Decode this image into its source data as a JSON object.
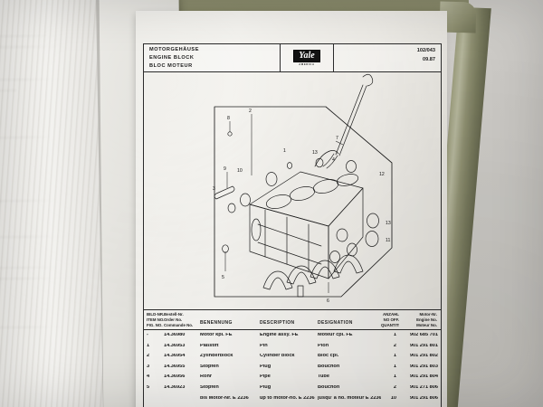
{
  "document": {
    "header": {
      "title_de": "MOTORGEHÄUSE",
      "title_en": "ENGINE BLOCK",
      "title_fr": "BLOC MOTEUR",
      "logo_text": "Yale",
      "logo_subtext": "AMERICA",
      "plate_number": "102/043",
      "date_code": "09.87"
    },
    "plate": {
      "caption": "engine-block-exploded-view",
      "callouts": [
        "1",
        "2",
        "3",
        "4",
        "5",
        "6",
        "7",
        "8",
        "9",
        "10",
        "11",
        "12",
        "13"
      ]
    },
    "table": {
      "headers": {
        "item": [
          "BILD-NR.",
          "ITEM NO.",
          "FIG. NO."
        ],
        "order": [
          "Bestell-Nr.",
          "Order No.",
          "Commande No."
        ],
        "benennung": "BENENNUNG",
        "description": "DESCRIPTION",
        "designation": "DESIGNATION",
        "qty": [
          "ANZAHL",
          "NO OFF.",
          "QUANTITÉ"
        ],
        "part": [
          "Motor-Nr.",
          "Engine No.",
          "Moteur No."
        ]
      },
      "rows": [
        {
          "item": "-",
          "order": "14.36980",
          "benennung": "Motor kpl.  FE",
          "description": "Engine assy.  FE",
          "designation": "Moteur cpl.  FE",
          "qty": "1",
          "part": "902 685 701"
        },
        {
          "item": "1",
          "order": "14.36953",
          "benennung": "Paßstift",
          "description": "Pin",
          "designation": "Pion",
          "qty": "2",
          "part": "901 291 801"
        },
        {
          "item": "2",
          "order": "14.36954",
          "benennung": "Zylinderblock",
          "description": "Cylinder block",
          "designation": "Bloc cpl.",
          "qty": "1",
          "part": "901 291 802"
        },
        {
          "item": "3",
          "order": "14.36955",
          "benennung": "Stopfen",
          "description": "Plug",
          "designation": "Bouchon",
          "qty": "1",
          "part": "901 291 803"
        },
        {
          "item": "4",
          "order": "14.36956",
          "benennung": "Rohr",
          "description": "Pipe",
          "designation": "Tube",
          "qty": "1",
          "part": "901 291 804"
        },
        {
          "item": "5",
          "order": "14.36923",
          "benennung": "Stopfen",
          "description": "Plug",
          "designation": "Bouchon",
          "qty": "2",
          "part": "901 271 806"
        }
      ],
      "subnote": {
        "benennung": "bis Motor-Nr. E 2236",
        "description": "up to motor-no. E 2236",
        "designation": "jusqu' a no. moteur E 2236",
        "qty": "10",
        "part": "901 291 806"
      }
    }
  }
}
